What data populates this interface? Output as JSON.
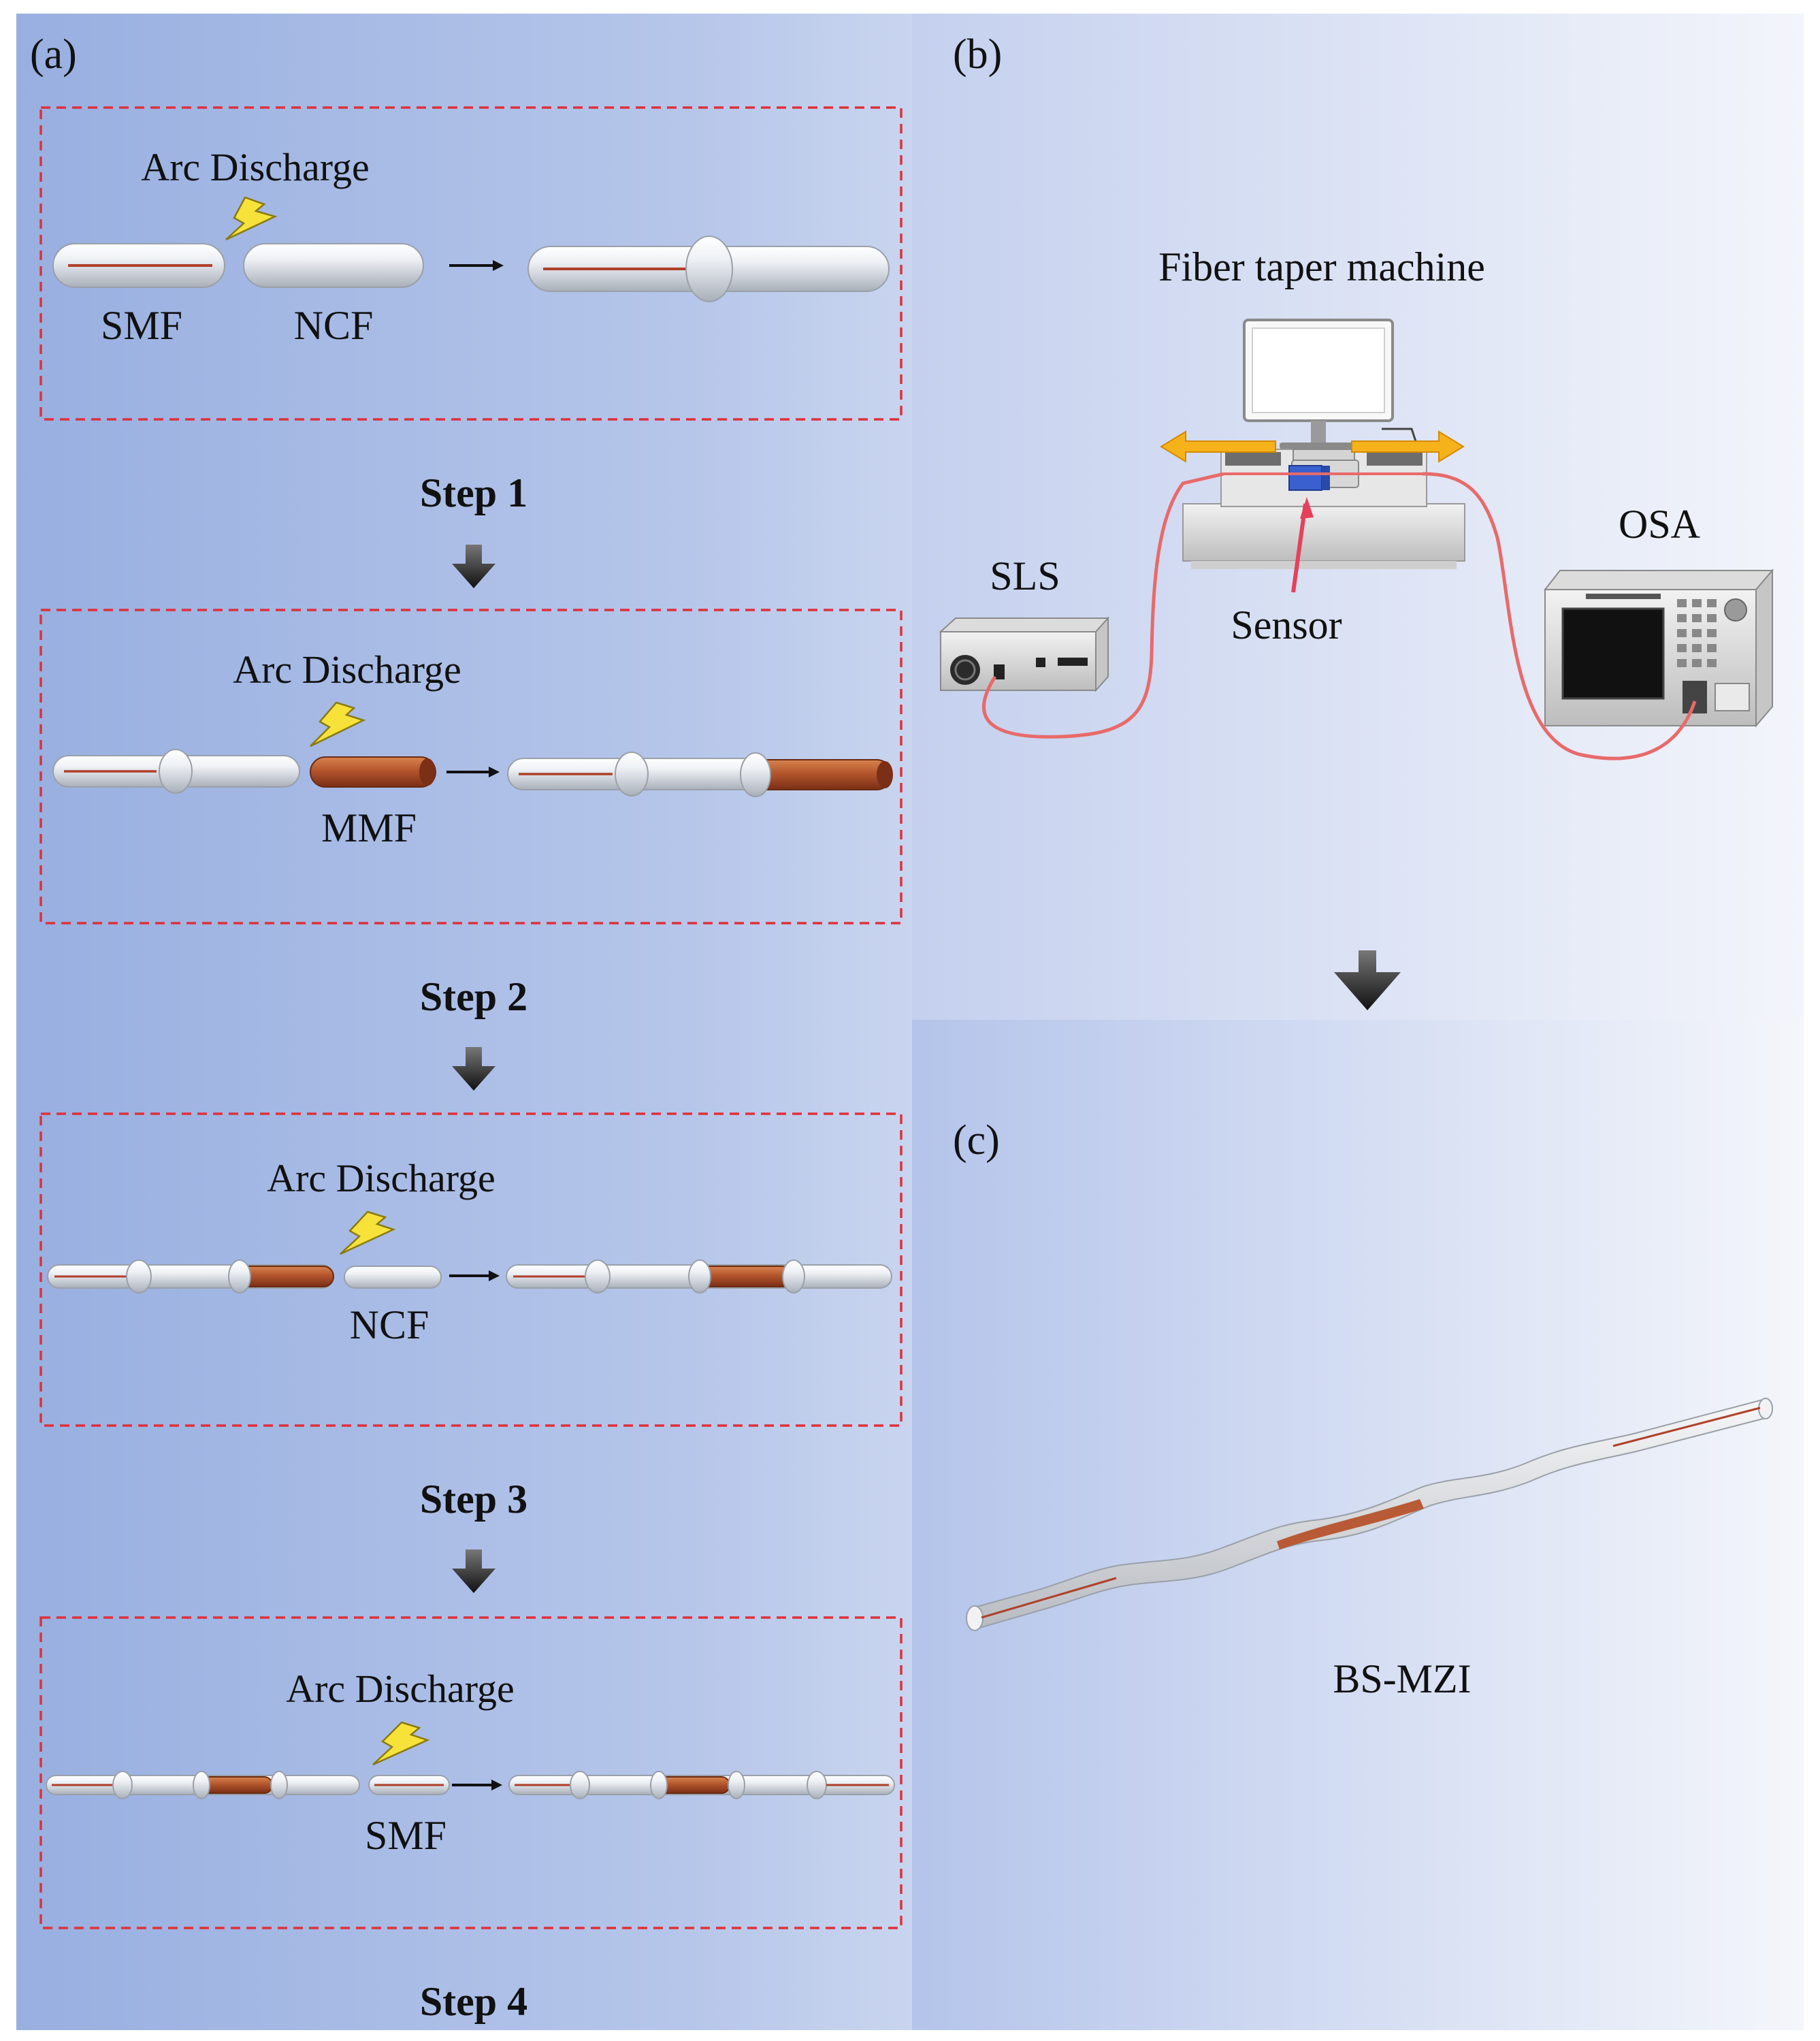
{
  "panels": {
    "a": {
      "label": "(a)"
    },
    "b": {
      "label": "(b)"
    },
    "c": {
      "label": "(c)"
    }
  },
  "fabrication_steps": [
    {
      "arc_label": "Arc Discharge",
      "fiber_labels": [
        "SMF",
        "NCF"
      ],
      "step_label": "Step 1"
    },
    {
      "arc_label": "Arc Discharge",
      "fiber_labels": [
        "MMF"
      ],
      "step_label": "Step 2"
    },
    {
      "arc_label": "Arc Discharge",
      "fiber_labels": [
        "NCF"
      ],
      "step_label": "Step 3"
    },
    {
      "arc_label": "Arc Discharge",
      "fiber_labels": [
        "SMF"
      ],
      "step_label": "Step 4"
    }
  ],
  "setup": {
    "taper_machine_label": "Fiber taper machine",
    "source_label": "SLS",
    "analyzer_label": "OSA",
    "sensor_label": "Sensor"
  },
  "device": {
    "label": "BS-MZI"
  },
  "colors": {
    "dashed_box": "#e0303a",
    "fiber_core": "#b0402a",
    "mmf": "#b85a35",
    "arrow_yellow": "#f6b21a",
    "spark": "#f7e23a",
    "patch_cord": "#e86a6a"
  }
}
